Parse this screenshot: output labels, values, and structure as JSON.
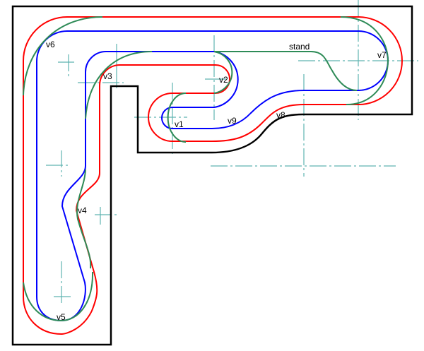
{
  "diagram": {
    "labels": {
      "v1": "v1",
      "v2": "v2",
      "v3": "v3",
      "v4": "v4",
      "v5": "v5",
      "v6": "v6",
      "v7": "v7",
      "v8": "v8",
      "v9": "v9",
      "stand": "stand"
    },
    "colors": {
      "outer_track": "#ff0000",
      "inner_track": "#0000ff",
      "switch_track": "#2e8b57",
      "board": "#000000",
      "centerline": "#5fb3b0"
    }
  }
}
